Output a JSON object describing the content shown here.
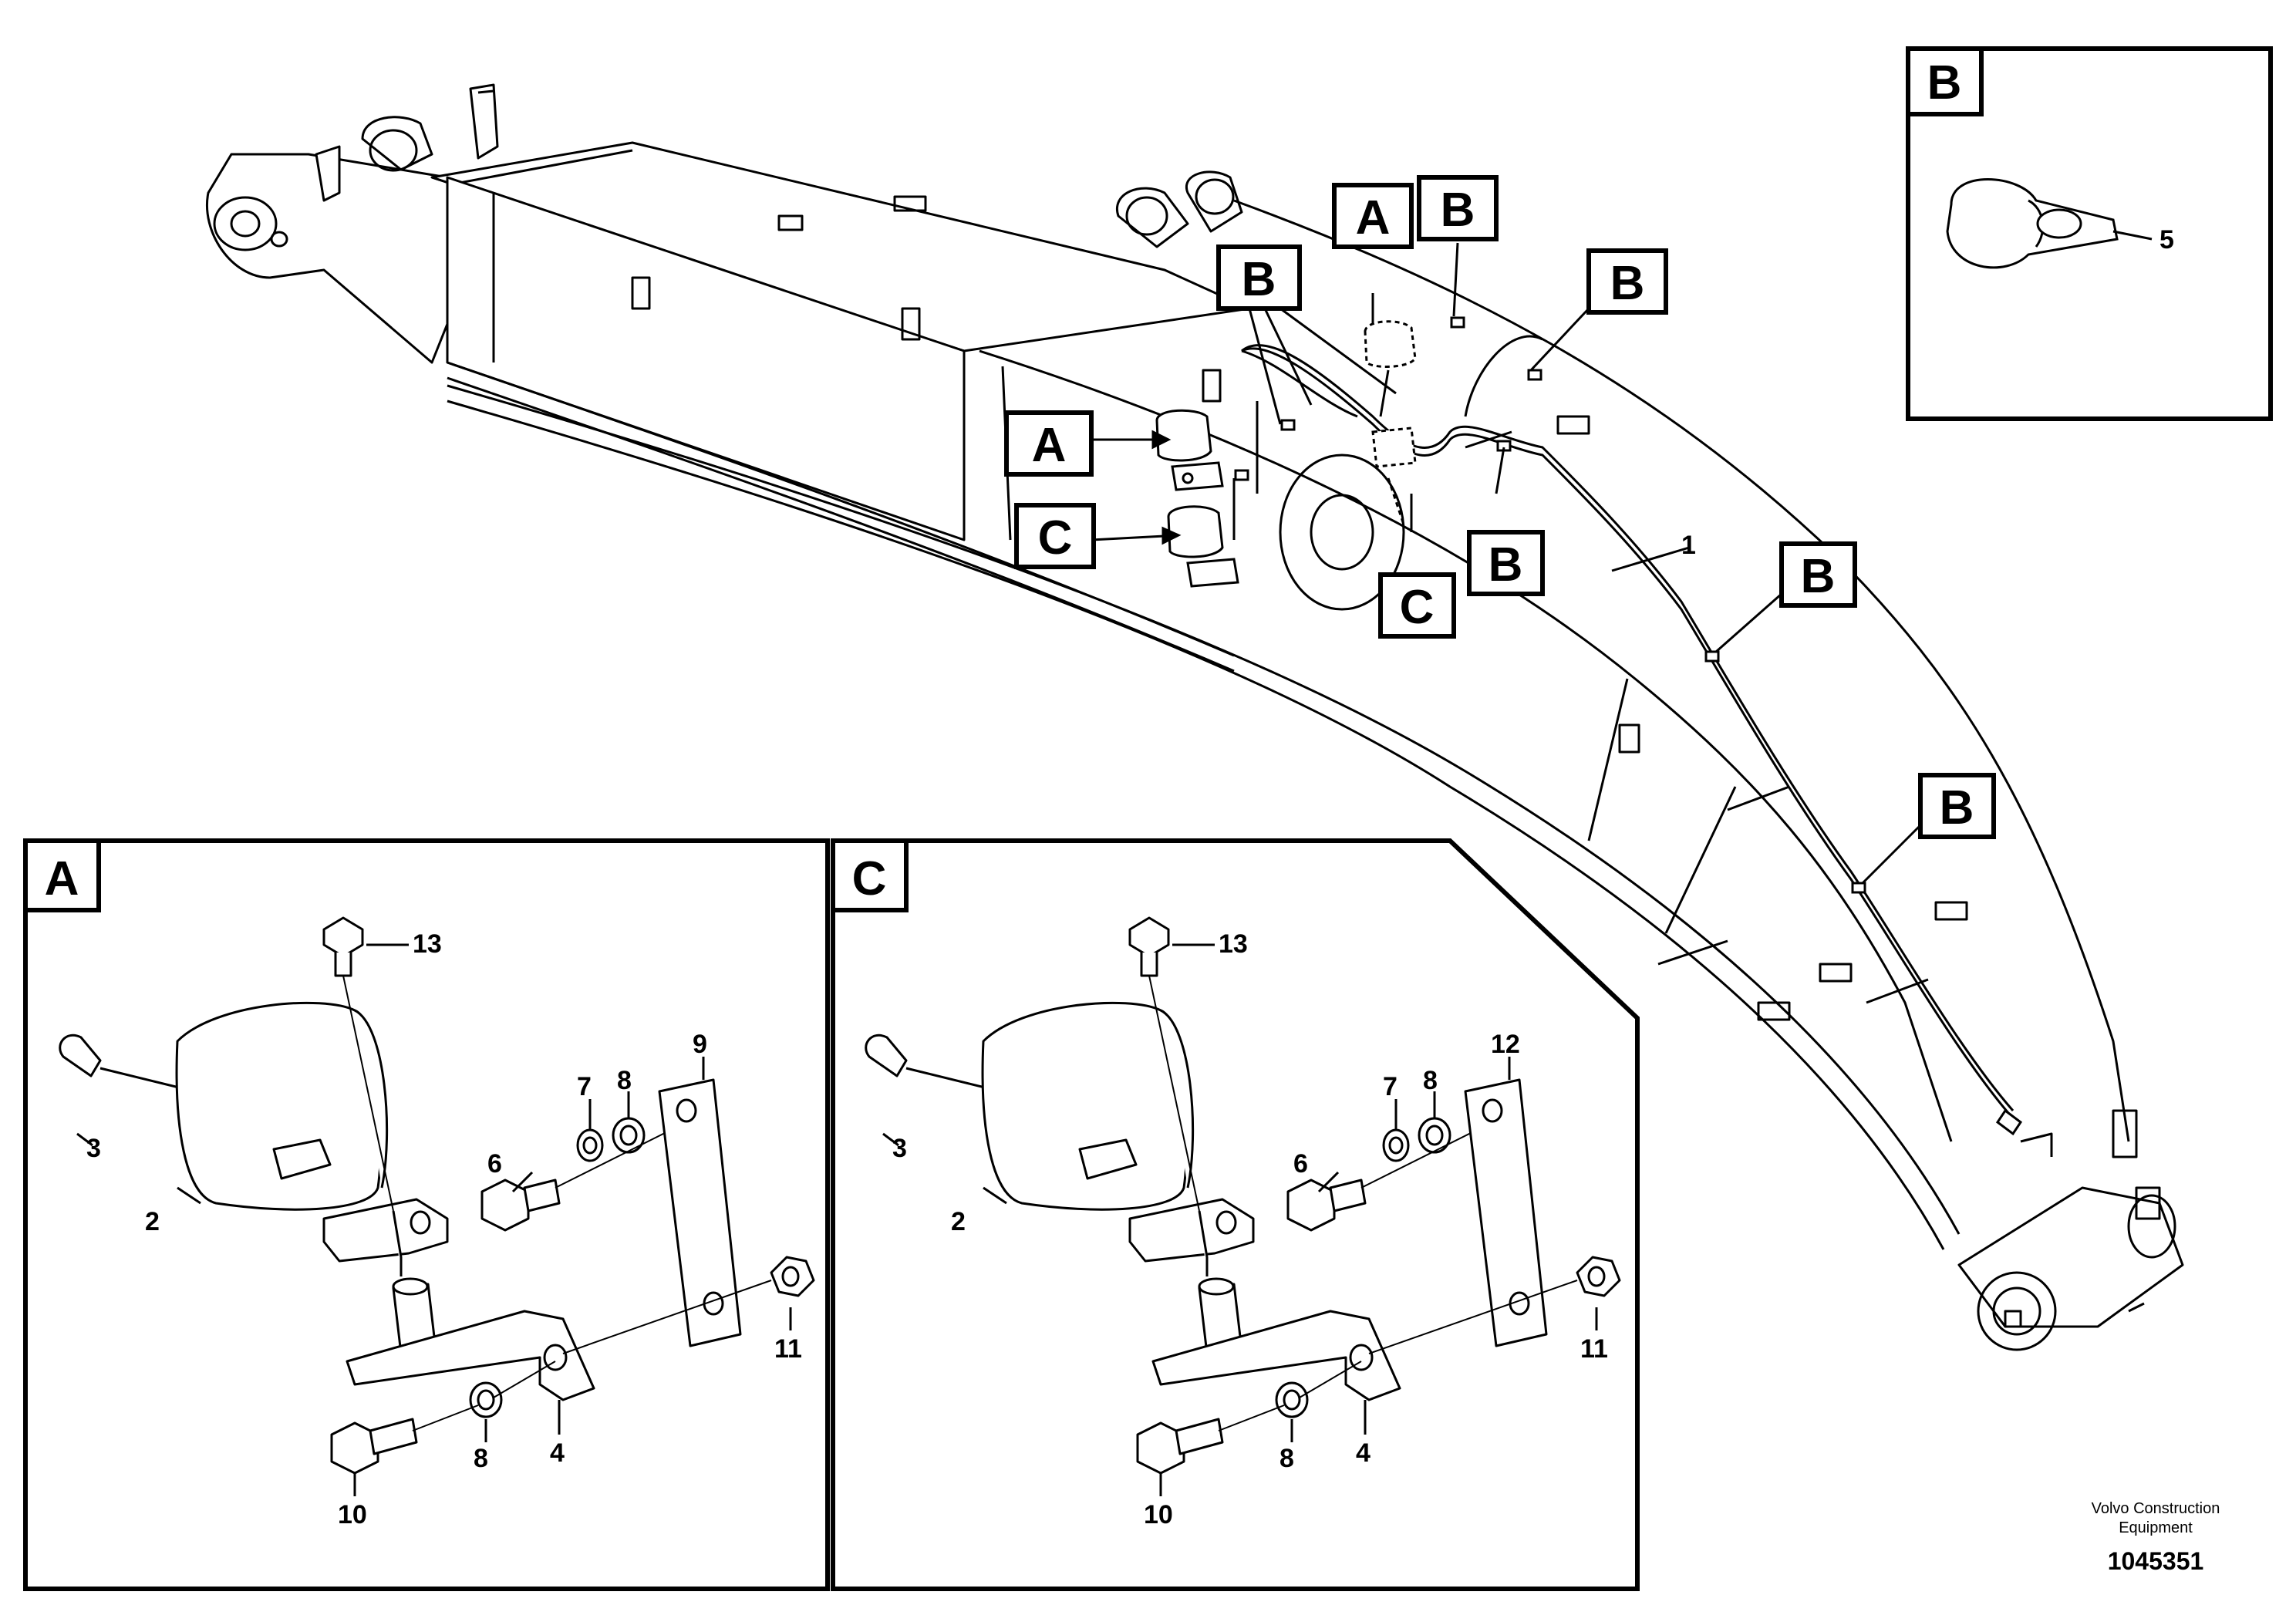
{
  "callouts": {
    "A": "A",
    "B": "B",
    "C": "C"
  },
  "parts": {
    "p1": "1",
    "p2": "2",
    "p3": "3",
    "p4": "4",
    "p5": "5",
    "p6": "6",
    "p7": "7",
    "p8": "8",
    "p9": "9",
    "p10": "10",
    "p11": "11",
    "p12": "12",
    "p13": "13"
  },
  "footer": {
    "company_line1": "Volvo Construction",
    "company_line2": "Equipment",
    "drawing_number": "1045351"
  }
}
